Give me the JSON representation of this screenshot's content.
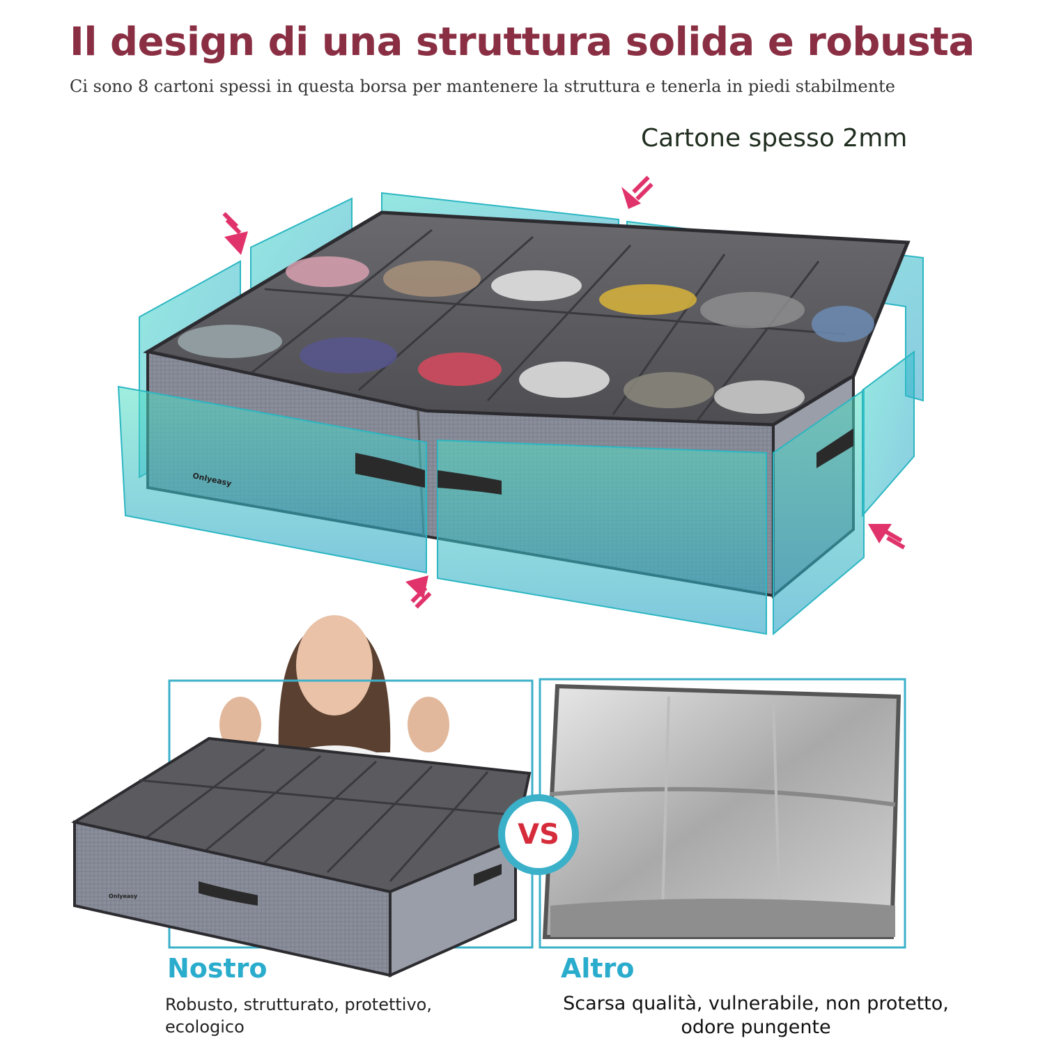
{
  "header": {
    "title": "Il design di una struttura solida e robusta",
    "subtitle": "Ci sono 8 cartoni spessi in questa borsa per mantenere la struttura e tenerla in piedi stabilmente"
  },
  "main": {
    "thickness_label": "Cartone spesso 2mm",
    "brand_label": "Onlyeasy",
    "compartments": 12
  },
  "comparison": {
    "badge": "VS",
    "ours": {
      "title": "Nostro",
      "description": "Robusto, strutturato, protettivo, ecologico"
    },
    "other": {
      "title": "Altro",
      "description": "Scarsa qualità, vulnerabile, non protetto, odore pungente"
    }
  },
  "colors": {
    "title": "#8a2f43",
    "accent": "#2aaccc",
    "arrow": "#e0336b",
    "vs": "#d62b3a",
    "panel": "#2fc2b6"
  },
  "icons": [
    "arrow-down-right-icon",
    "arrow-up-right-icon",
    "arrow-left-icon",
    "vs-badge-icon"
  ]
}
